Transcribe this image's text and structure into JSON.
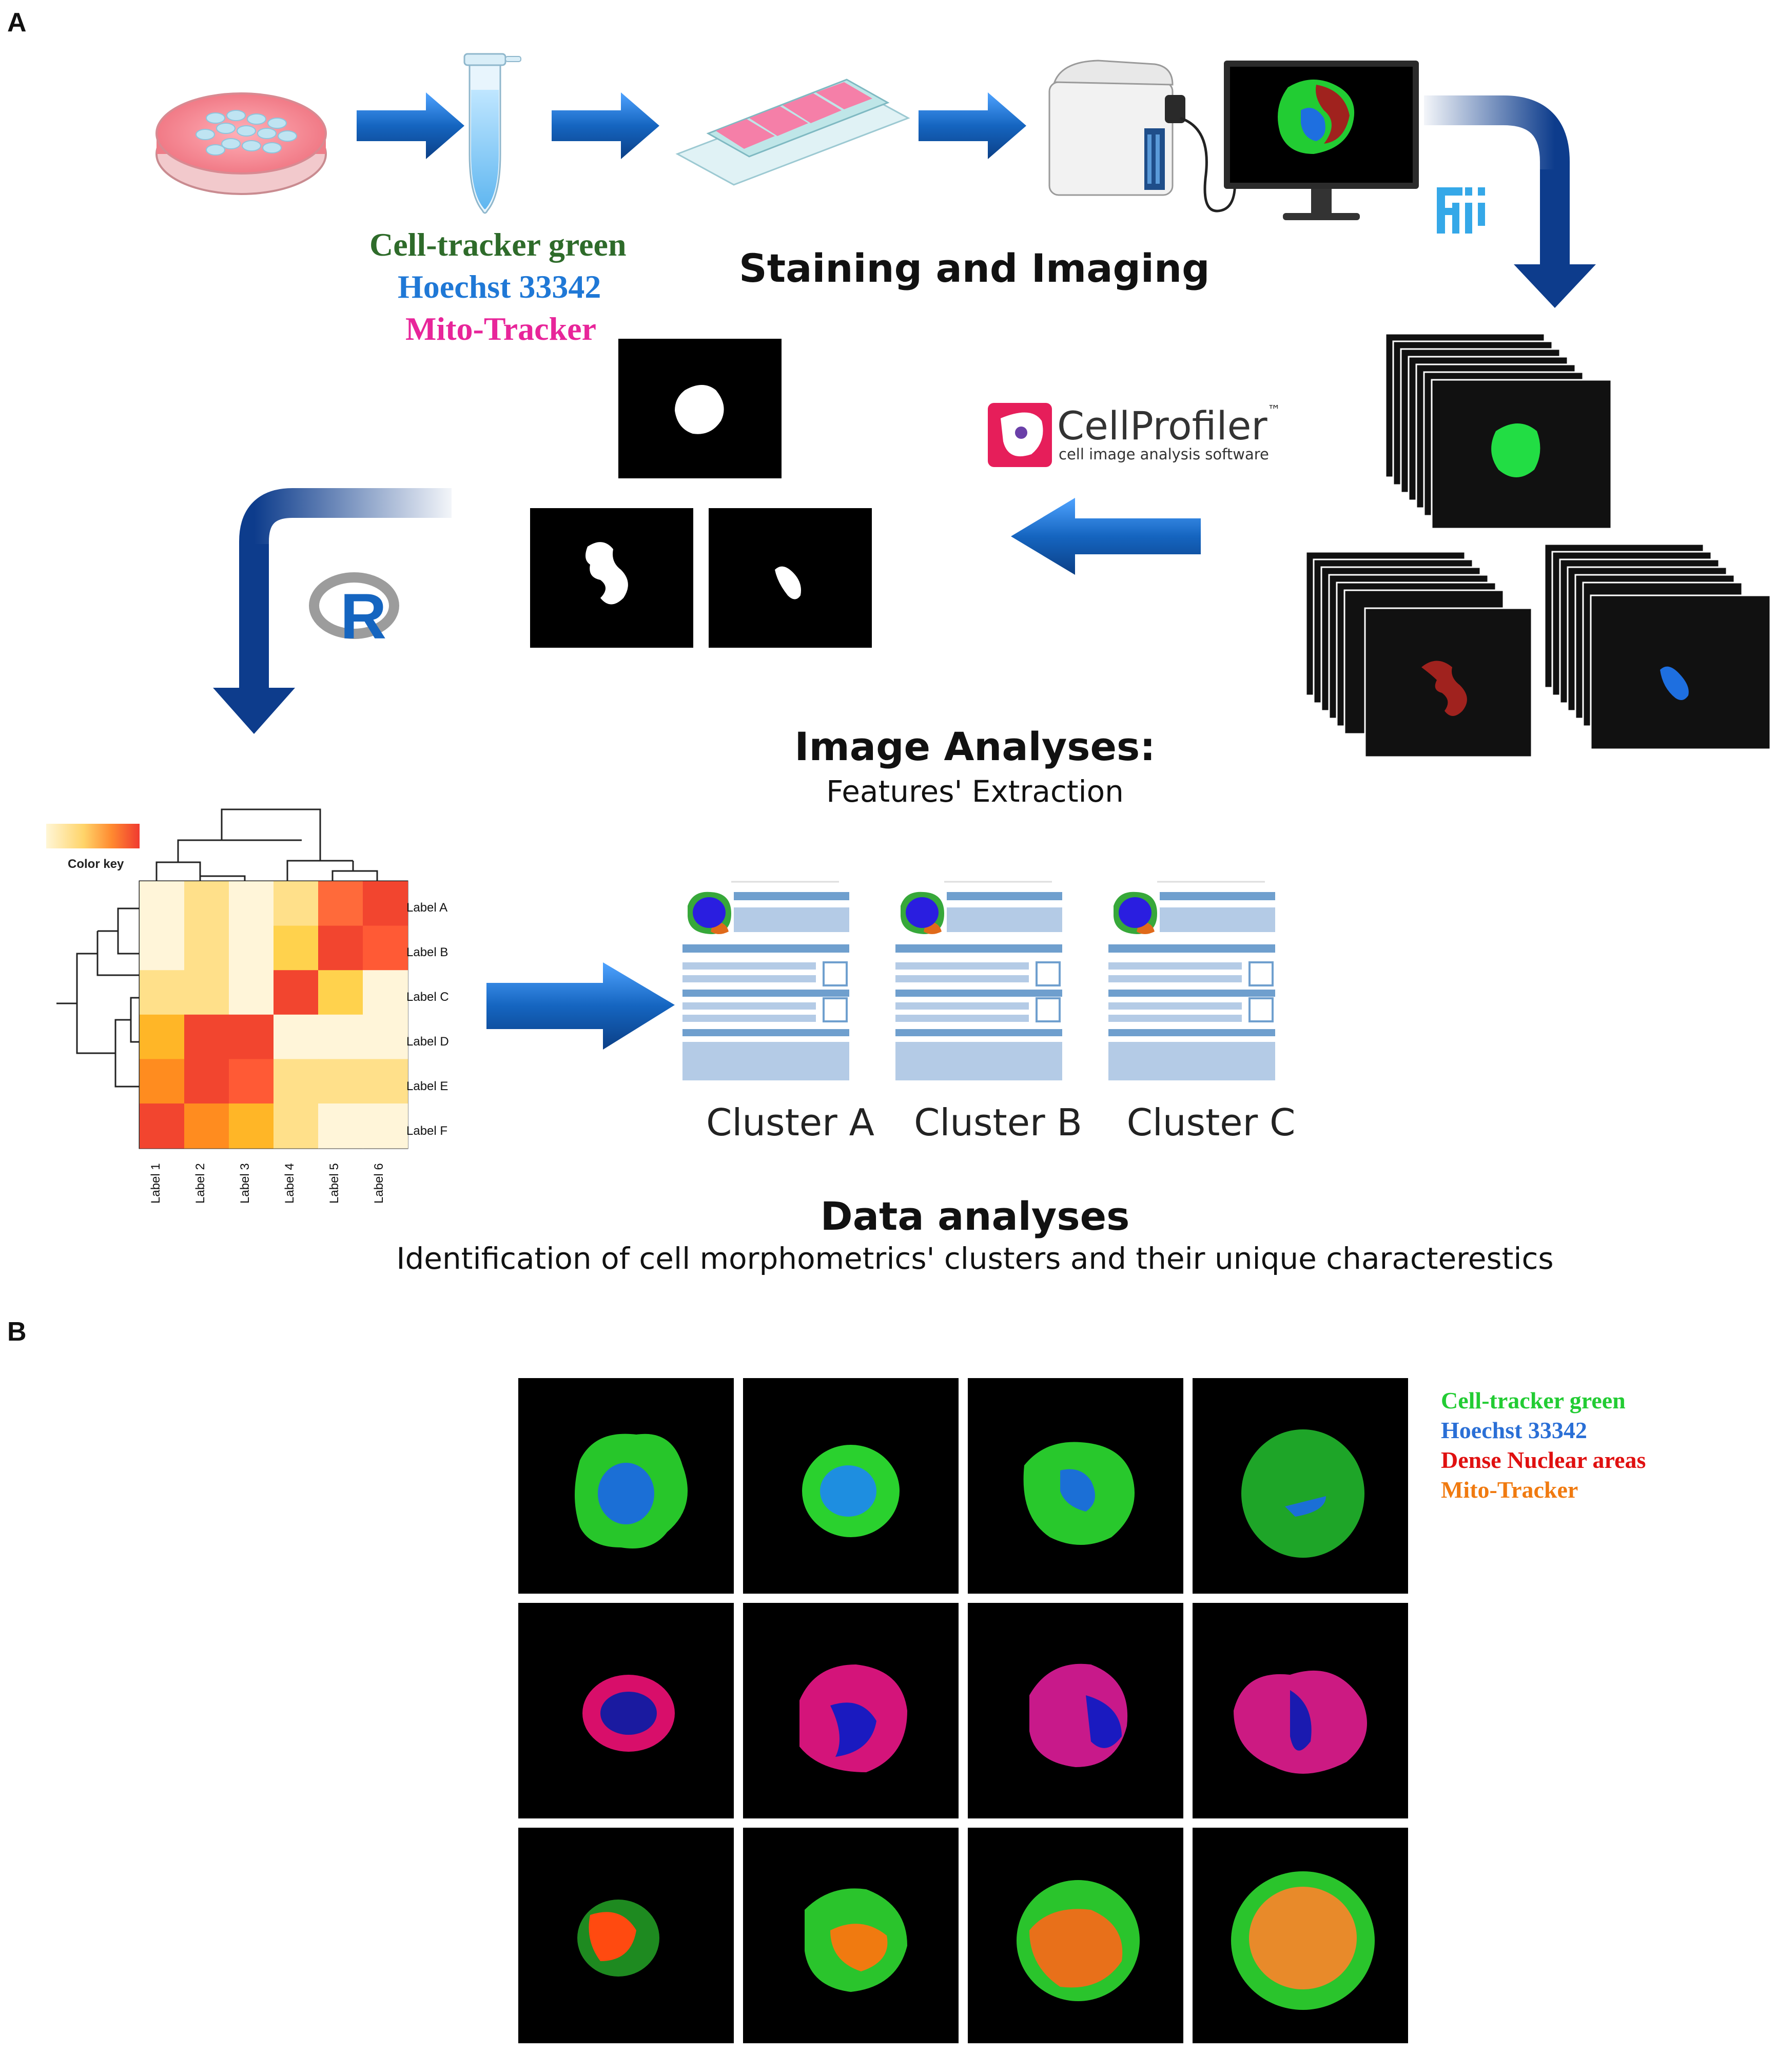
{
  "panels": {
    "a": "A",
    "b": "B"
  },
  "stains": {
    "cell_tracker": "Cell-tracker green",
    "hoechst": "Hoechst 33342",
    "mito": "Mito-Tracker"
  },
  "captions": {
    "staining": "Staining and Imaging",
    "image_analyses_title": "Image Analyses:",
    "image_analyses_sub": "Features' Extraction",
    "data_title": "Data analyses",
    "data_sub": "Identification of cell morphometrics' clusters and their unique characterestics"
  },
  "cellprofiler": {
    "name": "CellProfiler",
    "tm": "™",
    "tagline": "cell image analysis software"
  },
  "r_logo": "R",
  "heatmap": {
    "color_key": "Color key",
    "rows": [
      "Label A",
      "Label B",
      "Label C",
      "Label D",
      "Label E",
      "Label F"
    ],
    "cols": [
      "Label 1",
      "Label 2",
      "Label 3",
      "Label 4",
      "Label 5",
      "Label 6"
    ]
  },
  "clusters": [
    "Cluster A",
    "Cluster B",
    "Cluster C"
  ],
  "legend": {
    "items": [
      {
        "label": "Cell-tracker green",
        "color": "#22cc33"
      },
      {
        "label": "Hoechst 33342",
        "color": "#2a6fd6"
      },
      {
        "label": "Dense Nuclear areas",
        "color": "#e01010"
      },
      {
        "label": "Mito-Tracker",
        "color": "#f07a10"
      }
    ]
  },
  "colors": {
    "arrow_blue": "#1565c0",
    "dark_blue": "#0d3c8c",
    "green": "#22cc33",
    "mito_red": "#a0221e",
    "nucleus_blue": "#1e6fe0"
  }
}
